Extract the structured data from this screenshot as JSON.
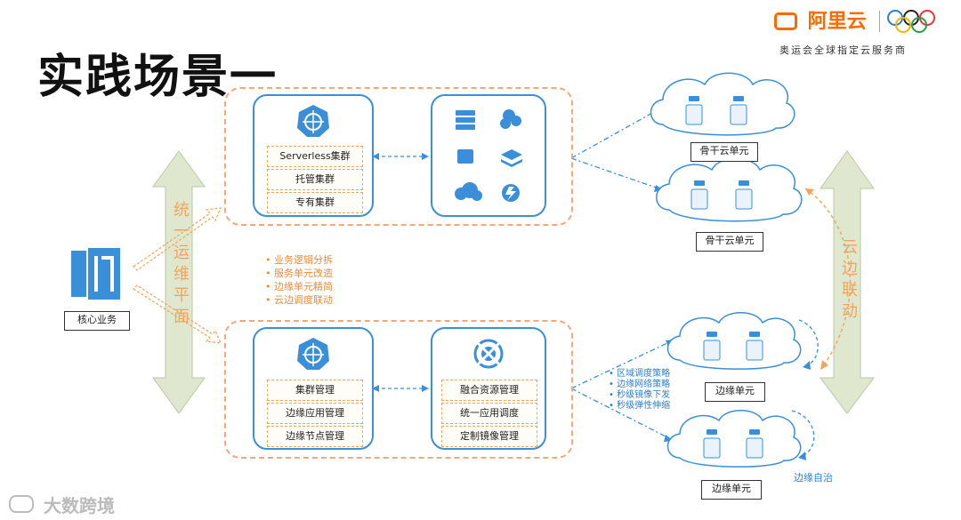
{
  "slide": {
    "title": "实践场景一"
  },
  "brand": {
    "name": "阿里云",
    "tagline": "奥运会全球指定云服务商"
  },
  "core": {
    "label": "核心业务"
  },
  "platform": {
    "label": "统一运维平面"
  },
  "edge_link": {
    "label": "云边联动"
  },
  "upper": {
    "items": [
      "Serverless集群",
      "托管集群",
      "专有集群"
    ]
  },
  "lower": {
    "left_items": [
      "集群管理",
      "边缘应用管理",
      "边缘节点管理"
    ],
    "right_items": [
      "融合资源管理",
      "统一应用调度",
      "定制镜像管理"
    ]
  },
  "middle_bullets": [
    "业务逻辑分拆",
    "服务单元改造",
    "边缘单元精简",
    "云边调度联动"
  ],
  "strategies": [
    "区域调度策略",
    "边缘网络策略",
    "秒级镜像下发",
    "秒级弹性伸缩"
  ],
  "clouds": {
    "backbone_1": "骨干云单元",
    "backbone_2": "骨干云单元",
    "edge_1": "边缘单元",
    "edge_2": "边缘单元"
  },
  "autonomy": {
    "label": "边缘自治"
  },
  "watermark": {
    "text": "大数跨境"
  },
  "colors": {
    "accent_orange": "#f2a45c",
    "accent_blue": "#3a8fd8",
    "green_arrow": "#dfe8cf"
  }
}
